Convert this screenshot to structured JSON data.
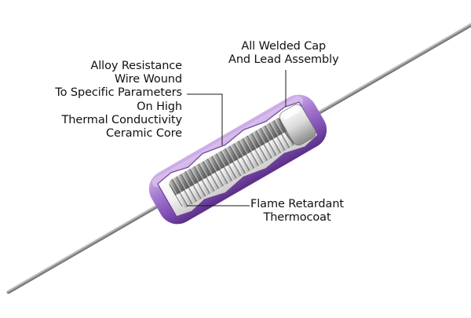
{
  "callouts": {
    "wire": {
      "lines": [
        "Alloy Resistance",
        "Wire Wound",
        "To Specific Parameters",
        "On High",
        "Thermal Conductivity",
        "Ceramic Core"
      ]
    },
    "cap": {
      "lines": [
        "All Welded Cap",
        "And Lead Assembly"
      ]
    },
    "coating": {
      "lines": [
        "Flame Retardant",
        "Thermocoat"
      ]
    }
  },
  "colors": {
    "thermocoat": "#8e5fb8",
    "thermocoat_light": "#c6a6e2",
    "thermocoat_dark": "#5d3488",
    "lead_wire": "#9a9a9a",
    "core": "#a9a9a9",
    "callout_line": "#1a1a1a",
    "text": "#111111"
  }
}
